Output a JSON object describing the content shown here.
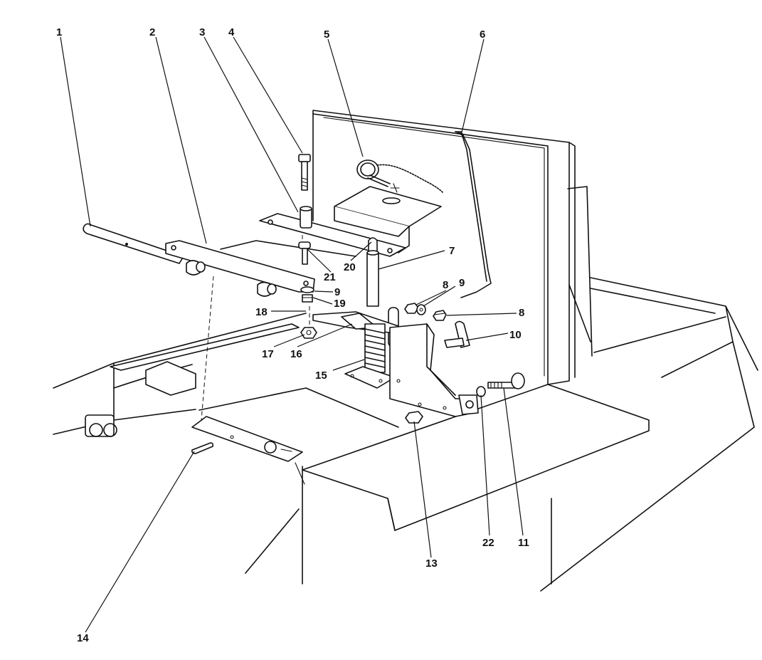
{
  "figure": {
    "callouts": [
      "1",
      "2",
      "3",
      "4",
      "5",
      "6",
      "7",
      "8",
      "9",
      "10",
      "11",
      "13",
      "14",
      "15",
      "16",
      "17",
      "18",
      "19",
      "20",
      "21",
      "22"
    ]
  }
}
